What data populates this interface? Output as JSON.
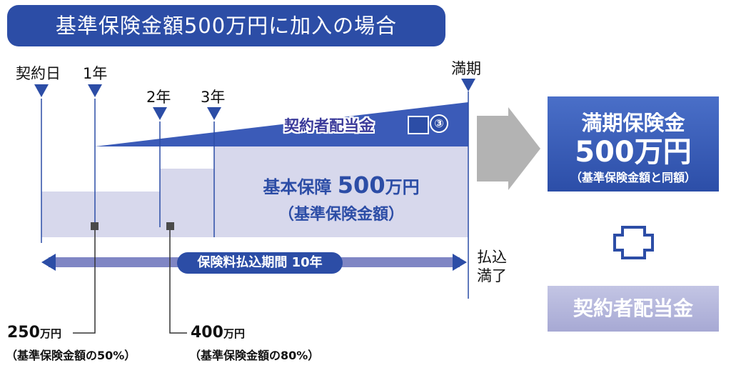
{
  "title": "基準保険金額500万円に加入の場合",
  "timeline": {
    "contract_day": "契約日",
    "year1": "1年",
    "year2": "2年",
    "year3": "3年",
    "maturity": "満期",
    "payment_end_line1": "払込",
    "payment_end_line2": "満了",
    "period_label": "保険料払込期間 10年"
  },
  "base_coverage": {
    "line1": "基本保障",
    "amount": "500",
    "unit": "万円",
    "line2": "（基準保険金額）"
  },
  "dividend_band": {
    "label": "契約者配当金",
    "ref_num": "③"
  },
  "callouts": {
    "left_amount": "250",
    "left_unit": "万円",
    "left_note": "（基準保険金額の50%）",
    "mid_amount": "400",
    "mid_unit": "万円",
    "mid_note": "（基準保険金額の80%）"
  },
  "right_panel": {
    "maturity_title": "満期保険金",
    "maturity_amount": "500万円",
    "maturity_note": "（基準保険金額と同額）",
    "dividend_box": "契約者配当金"
  },
  "colors": {
    "primary": "#2c4da6",
    "light_fill": "#d7d8ec",
    "arrow_gray": "#b3b3b3"
  }
}
